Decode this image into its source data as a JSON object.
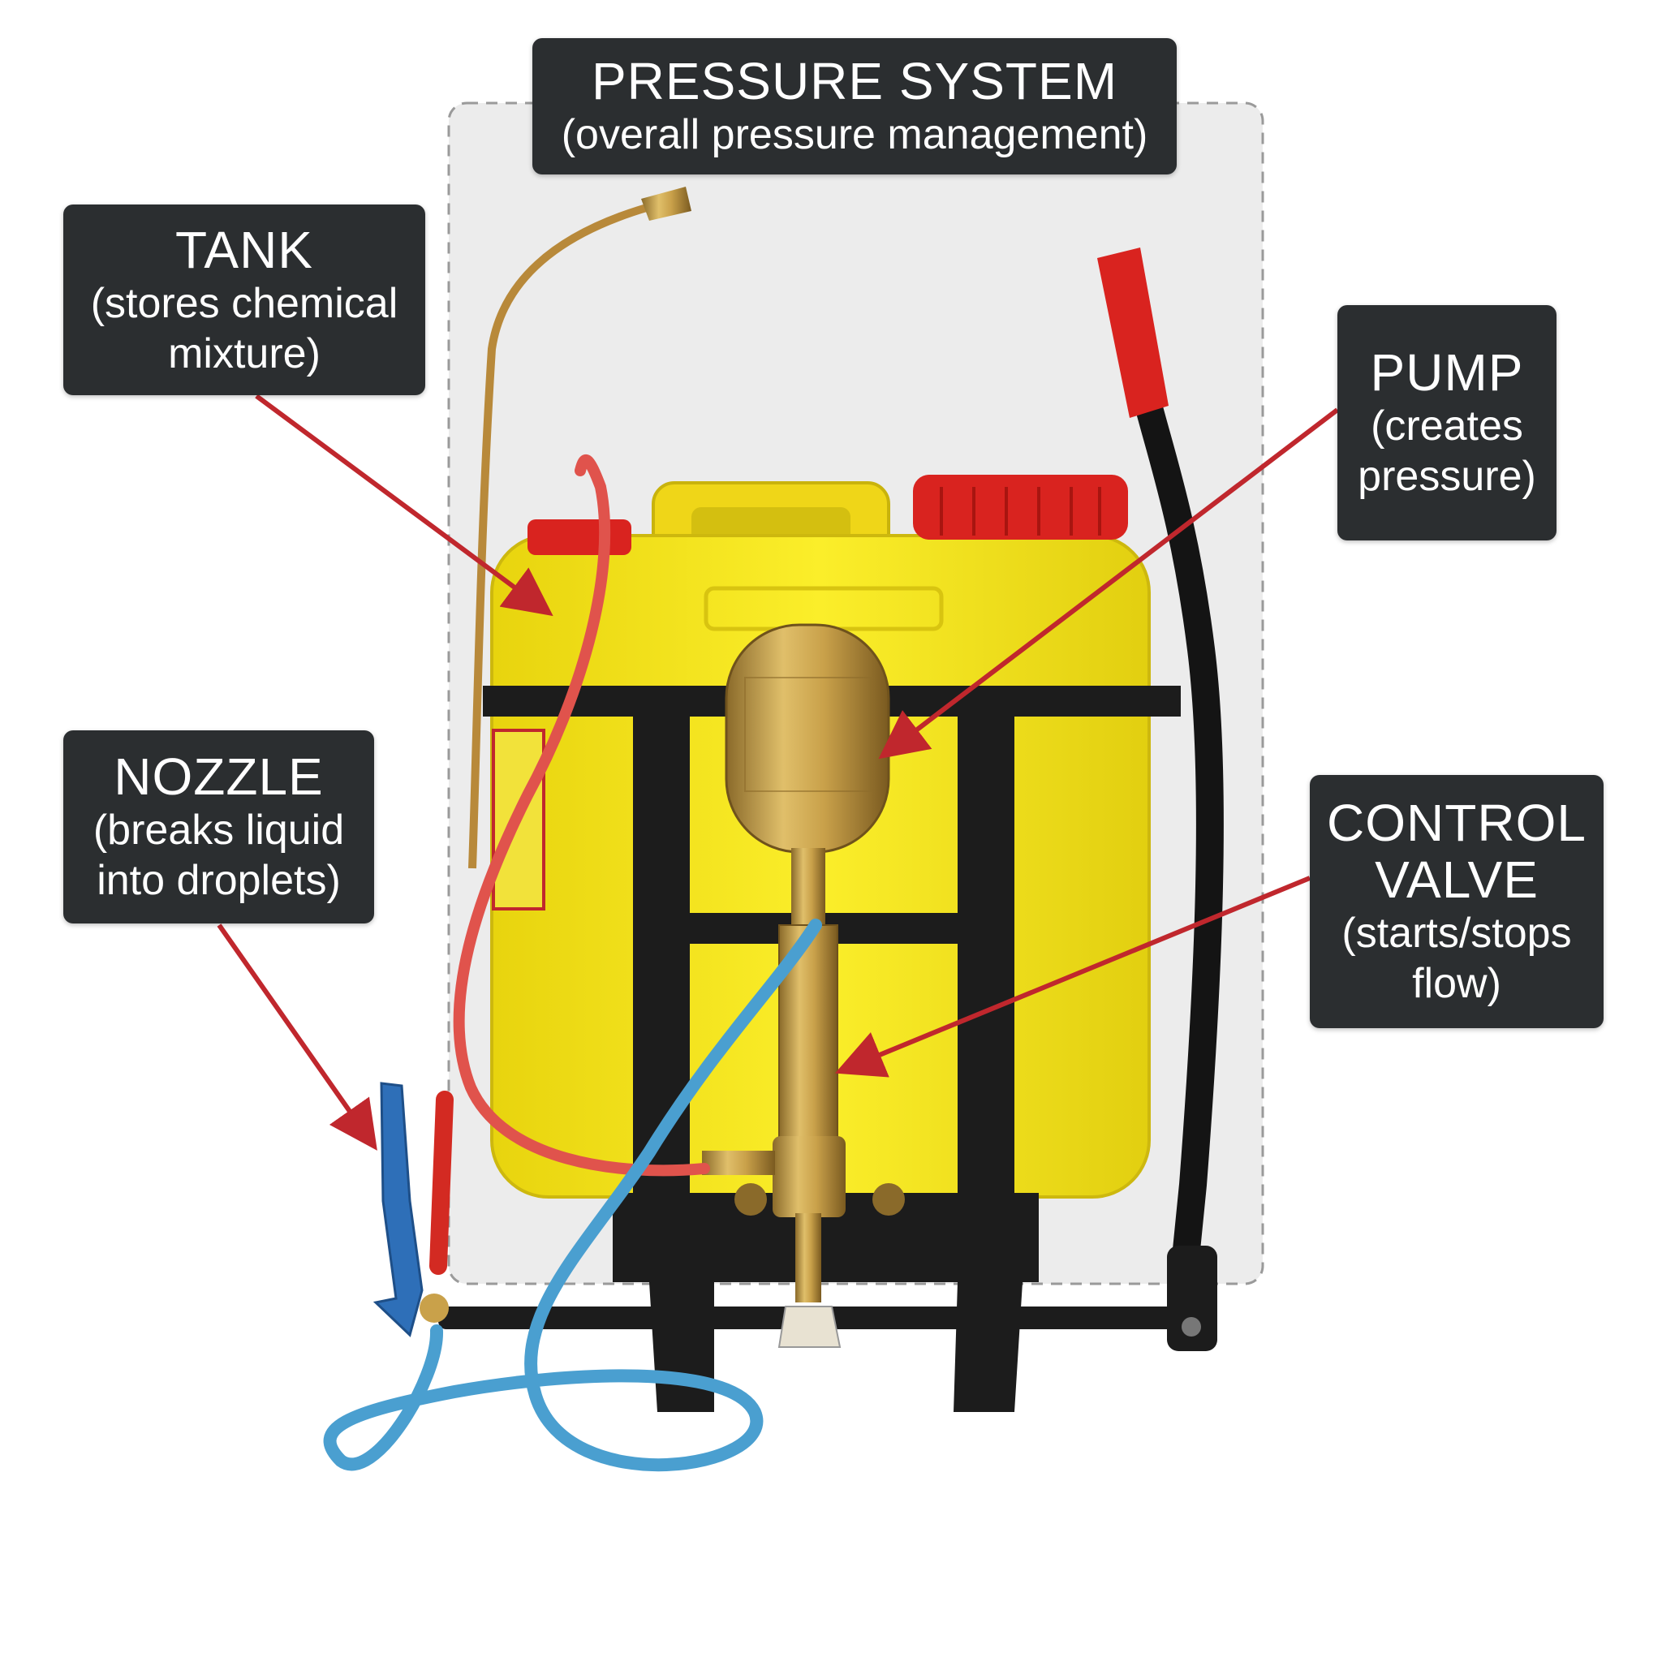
{
  "labels": {
    "pressure_system": {
      "title": "PRESSURE SYSTEM",
      "desc": "(overall pressure management)"
    },
    "tank": {
      "title": "TANK",
      "desc_1": "(stores chemical",
      "desc_2": "mixture)"
    },
    "pump": {
      "title": "PUMP",
      "desc_1": "(creates",
      "desc_2": "pressure)"
    },
    "nozzle": {
      "title": "NOZZLE",
      "desc_1": "(breaks liquid",
      "desc_2": "into droplets)"
    },
    "control_valve": {
      "title_1": "CONTROL",
      "title_2": "VALVE",
      "desc_1": "(starts/stops",
      "desc_2": "flow)"
    }
  },
  "colors": {
    "label_bg": "#2b2e30",
    "arrow": "#c0272d",
    "tank": "#f4e41c",
    "caps": "#d9231f",
    "brass": "#c9a14a",
    "frame": "#1c1c1c",
    "hose_blue": "#4a9fd0",
    "hose_red": "#e0534c",
    "group_box": "#ececec"
  }
}
